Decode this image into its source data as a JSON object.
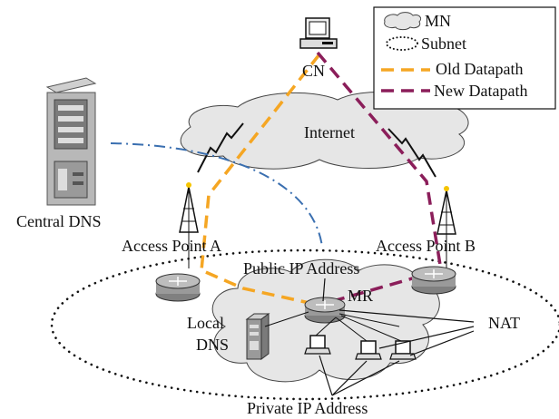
{
  "legend": {
    "mn": "MN",
    "subnet": "Subnet",
    "old_datapath": "Old Datapath",
    "new_datapath": "New Datapath"
  },
  "labels": {
    "cn": "CN",
    "internet": "Internet",
    "central_dns": "Central DNS",
    "access_point_a": "Access Point A",
    "access_point_b": "Access Point B",
    "public_ip": "Public IP Address",
    "mr": "MR",
    "local": "Local",
    "dns": "DNS",
    "nat": "NAT",
    "private_ip": "Private IP Address"
  },
  "colors": {
    "old_datapath": "#F5A623",
    "new_datapath": "#8B1E5A",
    "dns_link": "#3A6FB0",
    "cloud_fill": "#E6E6E6",
    "router_fill": "#9A9A9A"
  }
}
